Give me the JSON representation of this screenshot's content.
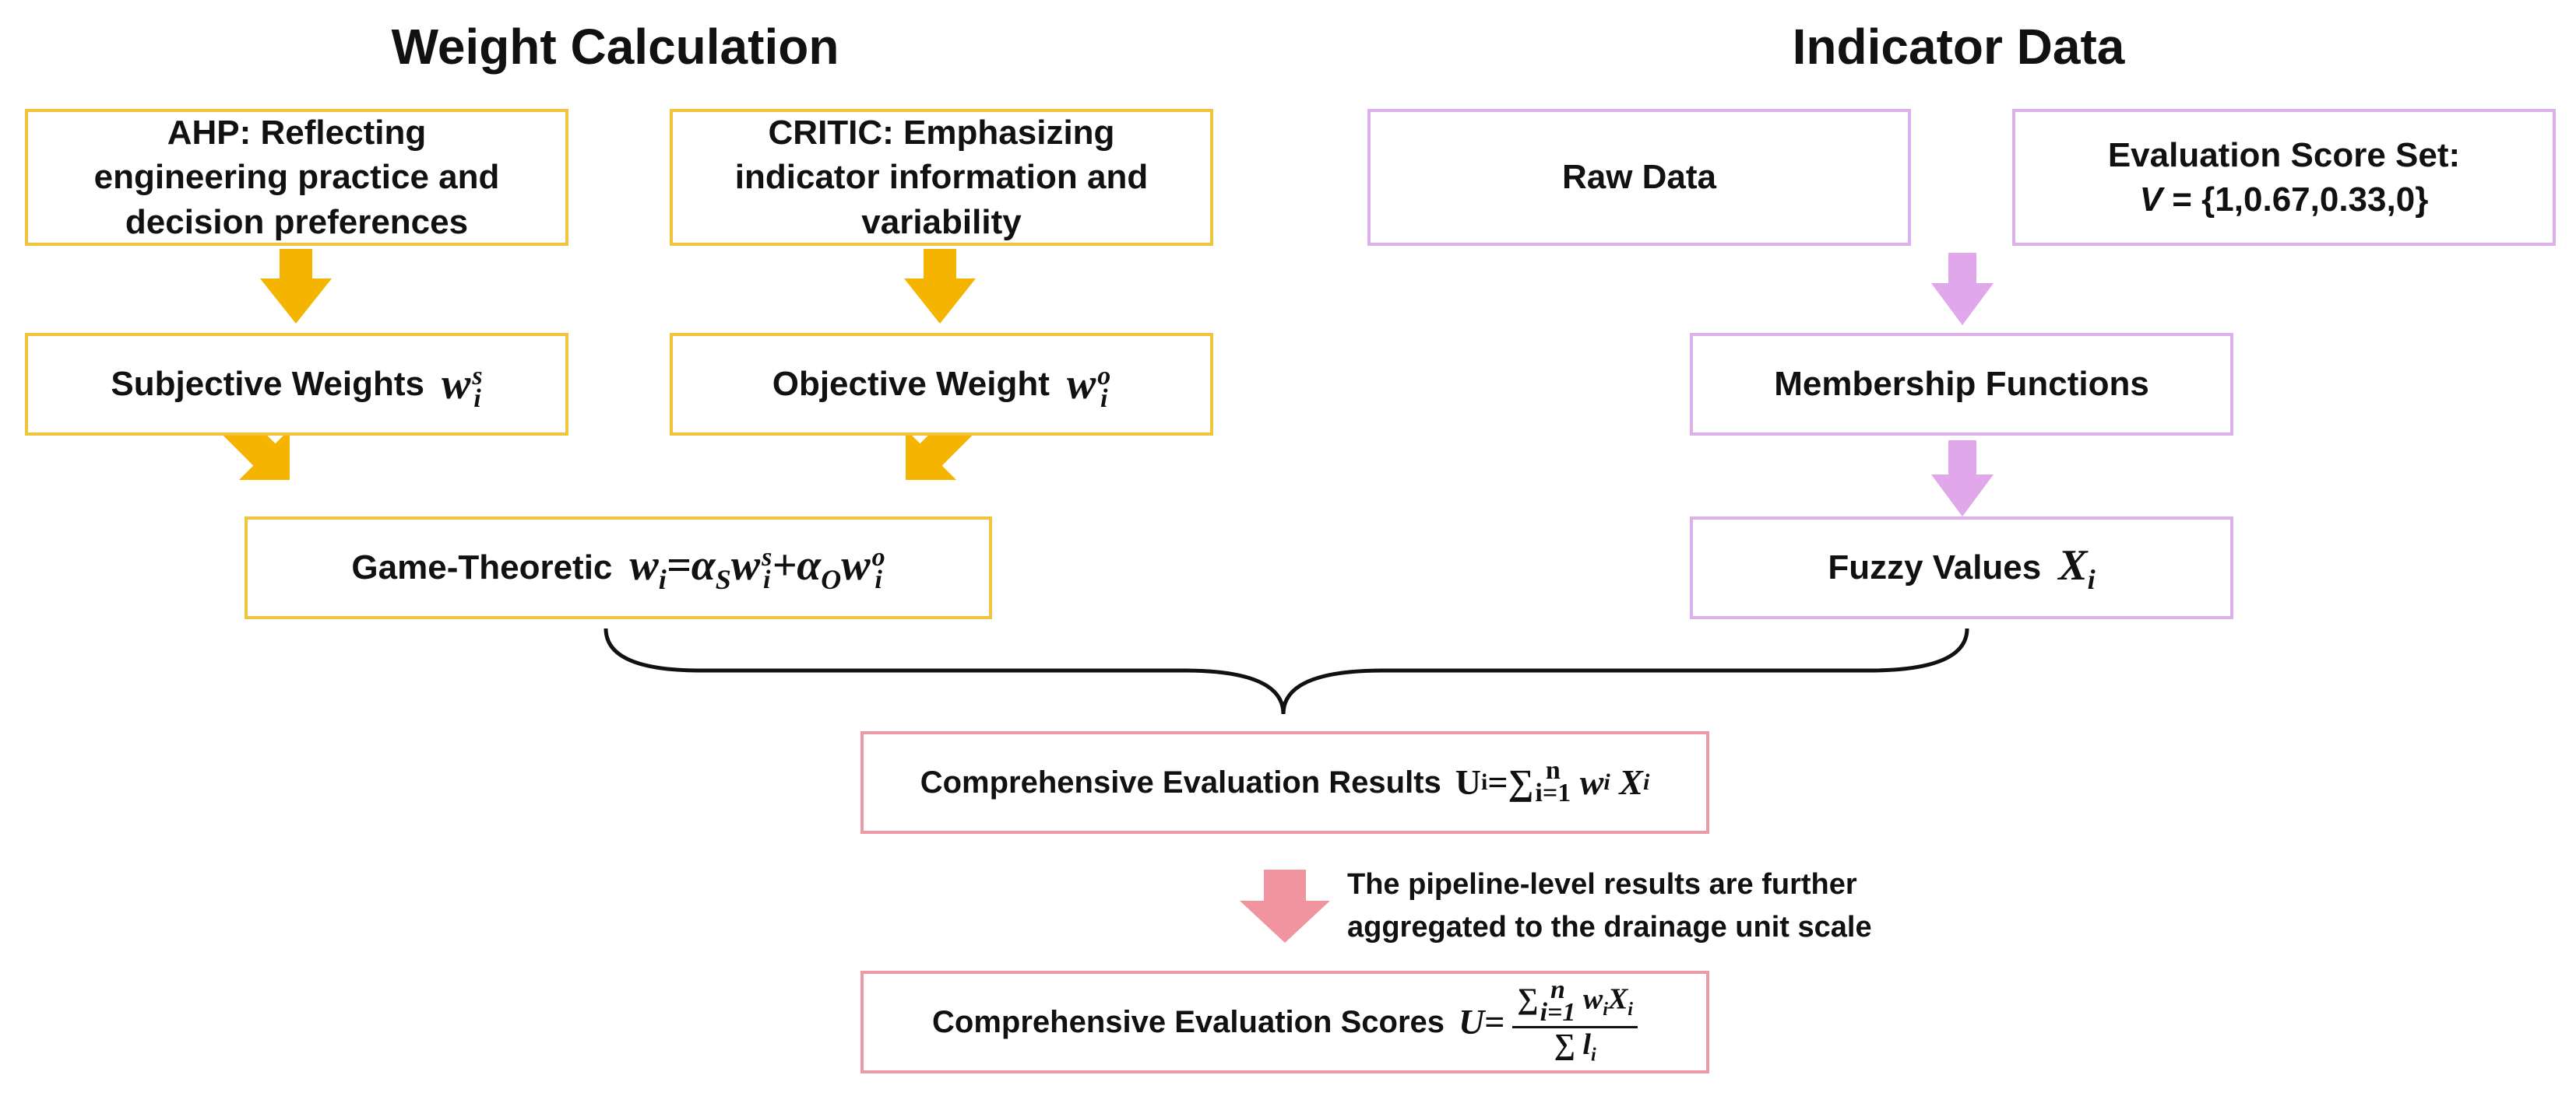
{
  "headings": {
    "left": "Weight Calculation",
    "right": "Indicator Data"
  },
  "ahp": {
    "lines": [
      "AHP: Reflecting",
      "engineering practice and",
      "decision preferences"
    ]
  },
  "critic": {
    "lines": [
      "CRITIC: Emphasizing",
      "indicator information and",
      "variability"
    ]
  },
  "subjective": {
    "label": "Subjective Weights",
    "var": "w",
    "sub": "i",
    "sup": "s"
  },
  "objective": {
    "label": "Objective Weight",
    "var": "w",
    "sub": "i",
    "sup": "o"
  },
  "game": {
    "label": "Game-Theoretic",
    "w": "w",
    "i": "i",
    "eq": "=",
    "alpha": "α",
    "s": "S",
    "o": "O",
    "sup_s": "s",
    "sup_o": "o",
    "plus": "+"
  },
  "raw": {
    "label": "Raw Data"
  },
  "score_set": {
    "line1": "Evaluation Score Set:",
    "var": "V",
    "value": " = {1,0.67,0.33,0}"
  },
  "membership": {
    "label": "Membership Functions"
  },
  "fuzzy": {
    "label": "Fuzzy Values",
    "var": "X",
    "sub": "i"
  },
  "results": {
    "label": "Comprehensive Evaluation Results",
    "U": "U",
    "i": "i",
    "eq": " = ",
    "sum": "∑",
    "lower": "i=1",
    "upper": "n",
    "w": "w",
    "X": "X",
    "sub": "i"
  },
  "note": {
    "lines": [
      "The pipeline-level results are further",
      "aggregated to the drainage unit scale"
    ]
  },
  "scores": {
    "label": "Comprehensive Evaluation Scores",
    "U": "U",
    "eq": " = ",
    "num_sum": "∑",
    "num_lower": "i=1",
    "num_upper": "n",
    "num_w": "w",
    "num_X": "X",
    "num_sub": "i",
    "den_sum": "∑",
    "den_l": "l",
    "den_sub": "i"
  },
  "colors": {
    "gold": "#f0c43c",
    "gold_arrow": "#f4b400",
    "violet": "#dcb0e8",
    "violet_arrow": "#e0a8ea",
    "rose": "#ec9aa6",
    "rose_arrow": "#f0959f"
  }
}
